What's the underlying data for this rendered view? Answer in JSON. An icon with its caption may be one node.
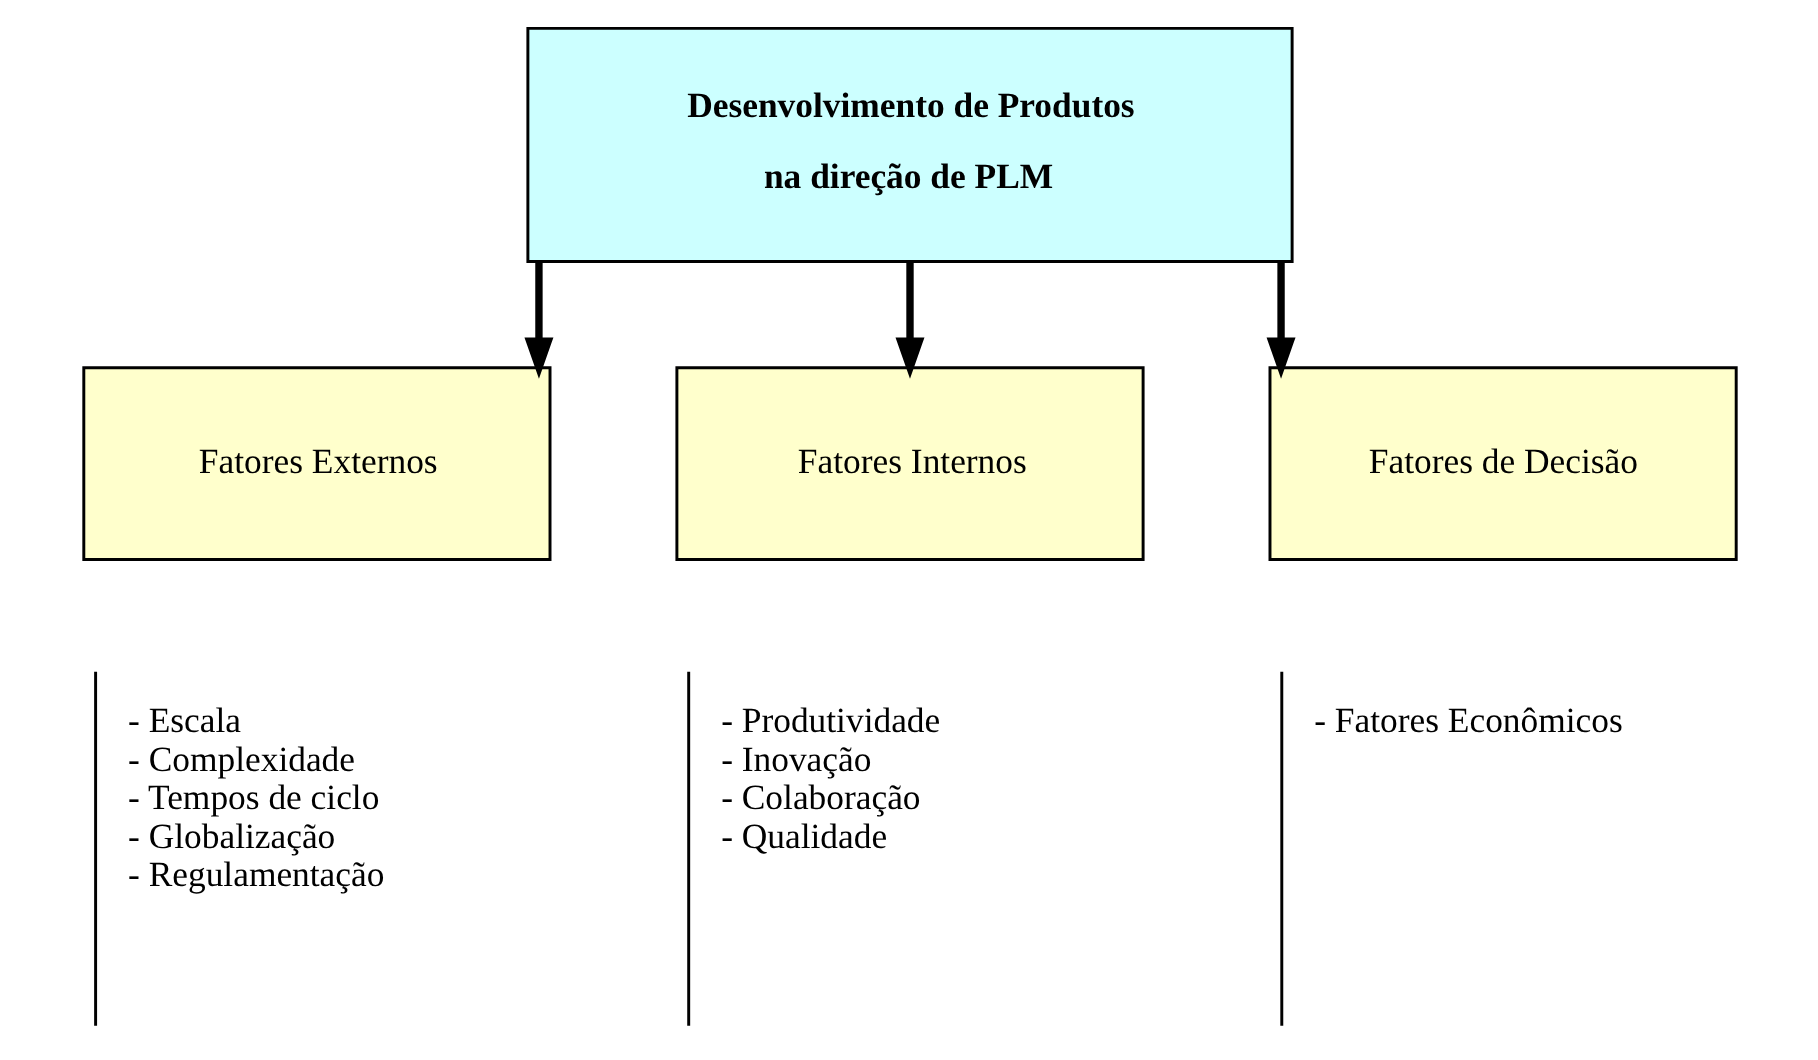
{
  "diagram": {
    "nodes": [
      {
        "text": [
          "Desenvolvimento de Produtos",
          "na direção de PLM"
        ]
      },
      {
        "text": [
          "Fatores Externos"
        ]
      },
      {
        "text": [
          "Fatores Internos"
        ]
      },
      {
        "text": [
          "Fatores de Decisão"
        ]
      },
      {
        "text": [
          "- Escala",
          "- Complexidade",
          "- Tempos de ciclo",
          "- Globalização",
          "- Regulamentação"
        ]
      },
      {
        "text": [
          "- Produtividade",
          "- Inovação",
          "- Colaboração",
          "- Qualidade"
        ]
      },
      {
        "text": [
          "- Fatores Econômicos"
        ]
      }
    ],
    "edges": [
      {
        "from": 0,
        "to": 1,
        "arrow": "to"
      },
      {
        "from": 0,
        "to": 2,
        "arrow": "to"
      },
      {
        "from": 0,
        "to": 3,
        "arrow": "to"
      }
    ]
  }
}
